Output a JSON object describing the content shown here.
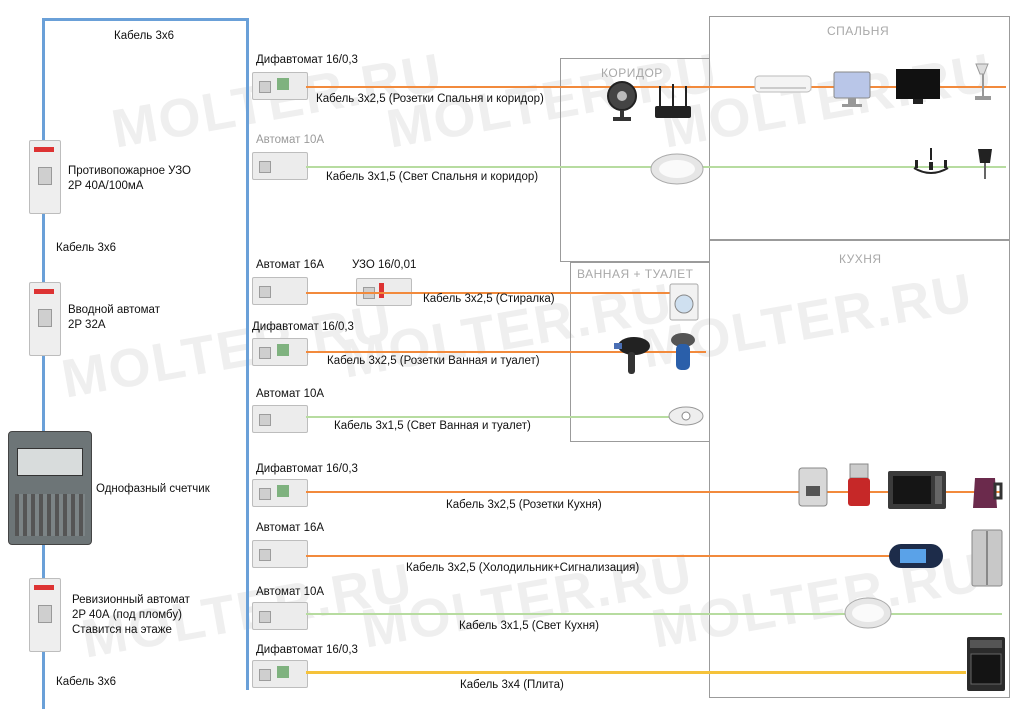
{
  "rooms": {
    "bedroom": "СПАЛЬНЯ",
    "corridor": "КОРИДОР",
    "bathroom": "ВАННАЯ + ТУАЛЕТ",
    "kitchen": "КУХНЯ"
  },
  "watermark": "MOLTER.RU",
  "cables": {
    "top": "Кабель 3х6",
    "middle": "Кабель 3х6",
    "bottom": "Кабель 3х6"
  },
  "devices": {
    "fire_rcd": [
      "Противопожарное УЗО",
      "2P 40А/100мА"
    ],
    "main_breaker": [
      "Вводной автомат",
      "2P 32А"
    ],
    "meter": "Однофазный счетчик",
    "audit_breaker": [
      "Ревизионный автомат",
      "2P 40А (под пломбу)",
      "Ставится на этаже"
    ]
  },
  "circuits": [
    {
      "breaker": "Дифавтомат 16/0,3",
      "cable": "Кабель 3х2,5 (Розетки Спальня и коридор)"
    },
    {
      "breaker": "Автомат 10А",
      "cable": "Кабель 3х1,5 (Свет Спальня и коридор)"
    },
    {
      "breaker": "Автомат 16А",
      "extra": "УЗО 16/0,01",
      "cable": "Кабель 3х2,5 (Стиралка)"
    },
    {
      "breaker": "Дифавтомат 16/0,3",
      "cable": "Кабель 3х2,5 (Розетки Ванная и туалет)"
    },
    {
      "breaker": "Автомат 10А",
      "cable": "Кабель 3х1,5 (Свет Ванная и туалет)"
    },
    {
      "breaker": "Дифавтомат 16/0,3",
      "cable": "Кабель 3х2,5 (Розетки Кухня)"
    },
    {
      "breaker": "Автомат 16А",
      "cable": "Кабель 3х2,5 (Холодильник+Сигнализация)"
    },
    {
      "breaker": "Автомат 10А",
      "cable": "Кабель 3х1,5 (Свет Кухня)"
    },
    {
      "breaker": "Дифавтомат 16/0,3",
      "cable": "Кабель 3х4 (Плита)"
    }
  ],
  "colors": {
    "bus": "#6aa0d8",
    "sockets_cable": "#f28a3c",
    "light_cable": "#b7dca0",
    "stove_cable": "#f5c23a"
  }
}
